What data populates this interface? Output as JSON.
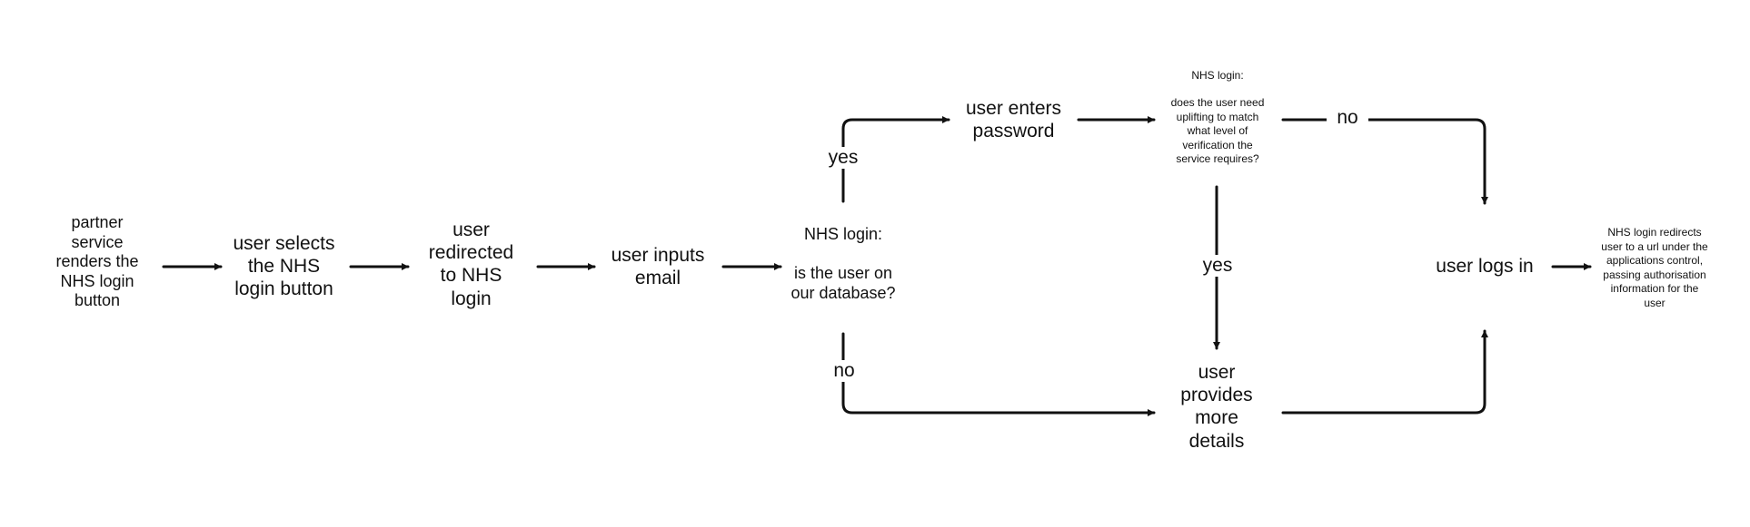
{
  "nodes": {
    "partner_service": [
      "partner",
      "service",
      "renders the",
      "NHS login",
      "button"
    ],
    "user_selects": [
      "user selects",
      "the NHS",
      "login button"
    ],
    "user_redirected": [
      "user",
      "redirected",
      "to NHS",
      "login"
    ],
    "user_inputs_email": [
      "user inputs",
      "email"
    ],
    "check_database": {
      "title": "NHS login:",
      "question": [
        "is the user on",
        "our database?"
      ]
    },
    "user_enters_password": [
      "user enters",
      "password"
    ],
    "check_uplift": {
      "title": "NHS login:",
      "question": [
        "does the user need",
        "uplifting to match",
        "what level of",
        "verification the",
        "service requires?"
      ]
    },
    "user_provides_details": [
      "user",
      "provides",
      "more",
      "details"
    ],
    "user_logs_in": [
      "user logs in"
    ],
    "nhs_redirects": [
      "NHS login redirects",
      "user to a url under the",
      "applications control,",
      "passing authorisation",
      "information for the",
      "user"
    ]
  },
  "edge_labels": {
    "db_yes": "yes",
    "db_no": "no",
    "uplift_no": "no",
    "uplift_yes": "yes"
  },
  "colors": {
    "line": "#111111",
    "background": "#ffffff"
  }
}
